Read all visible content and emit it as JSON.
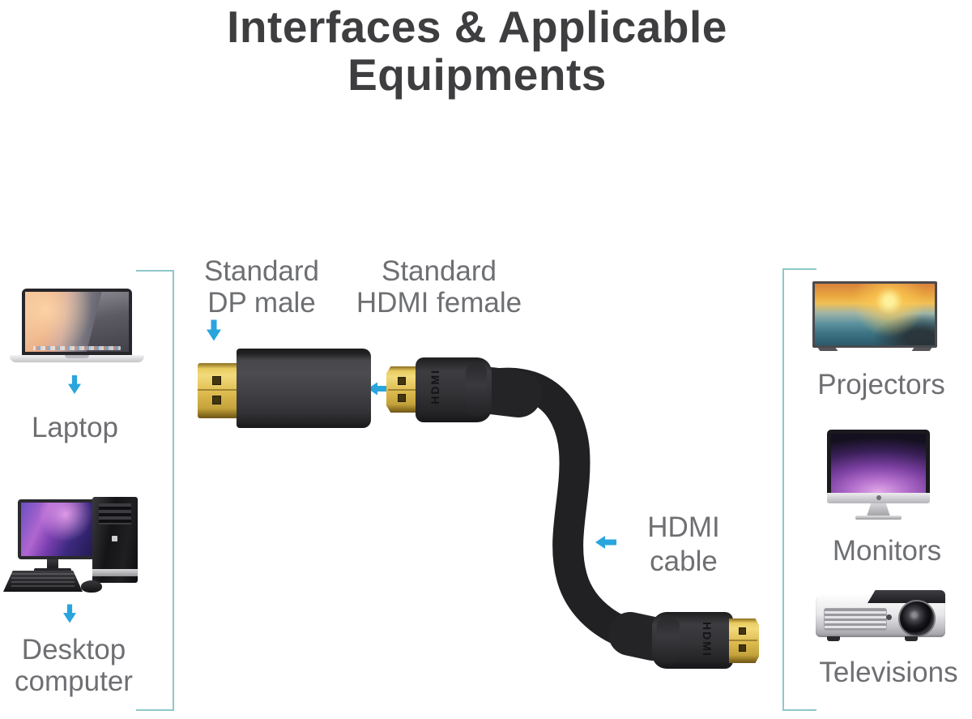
{
  "title": {
    "line1": "Interfaces & Applicable",
    "line2": "Equipments"
  },
  "annotations": {
    "dp_male": {
      "line1": "Standard",
      "line2": "DP male"
    },
    "hdmi_female": {
      "line1": "Standard",
      "line2": "HDMI female"
    },
    "hdmi_cable": {
      "line1": "HDMI",
      "line2": "cable"
    }
  },
  "connector_labels": {
    "mid": "HDMI",
    "bottom": "HDMI"
  },
  "source_devices": [
    {
      "label": "Laptop",
      "icon": "laptop-icon"
    },
    {
      "label": "Desktop computer",
      "line1": "Desktop",
      "line2": "computer",
      "icon": "desktop-computer-icon"
    }
  ],
  "output_devices": [
    {
      "label": "Projectors",
      "icon": "television-icon"
    },
    {
      "label": "Monitors",
      "icon": "imac-monitor-icon"
    },
    {
      "label": "Televisions",
      "icon": "projector-icon"
    }
  ],
  "icons": {
    "down_arrow": "blue-down-arrow",
    "left_arrow": "blue-left-arrow"
  },
  "colors": {
    "arrow_blue": "#2aa4dd",
    "bracket_teal": "#8fc7c9",
    "title_text": "#3e3e40",
    "label_text": "#6e6f72",
    "connector_gold": "#d9b84a",
    "connector_body": "#2e2e31",
    "background": "#ffffff"
  }
}
